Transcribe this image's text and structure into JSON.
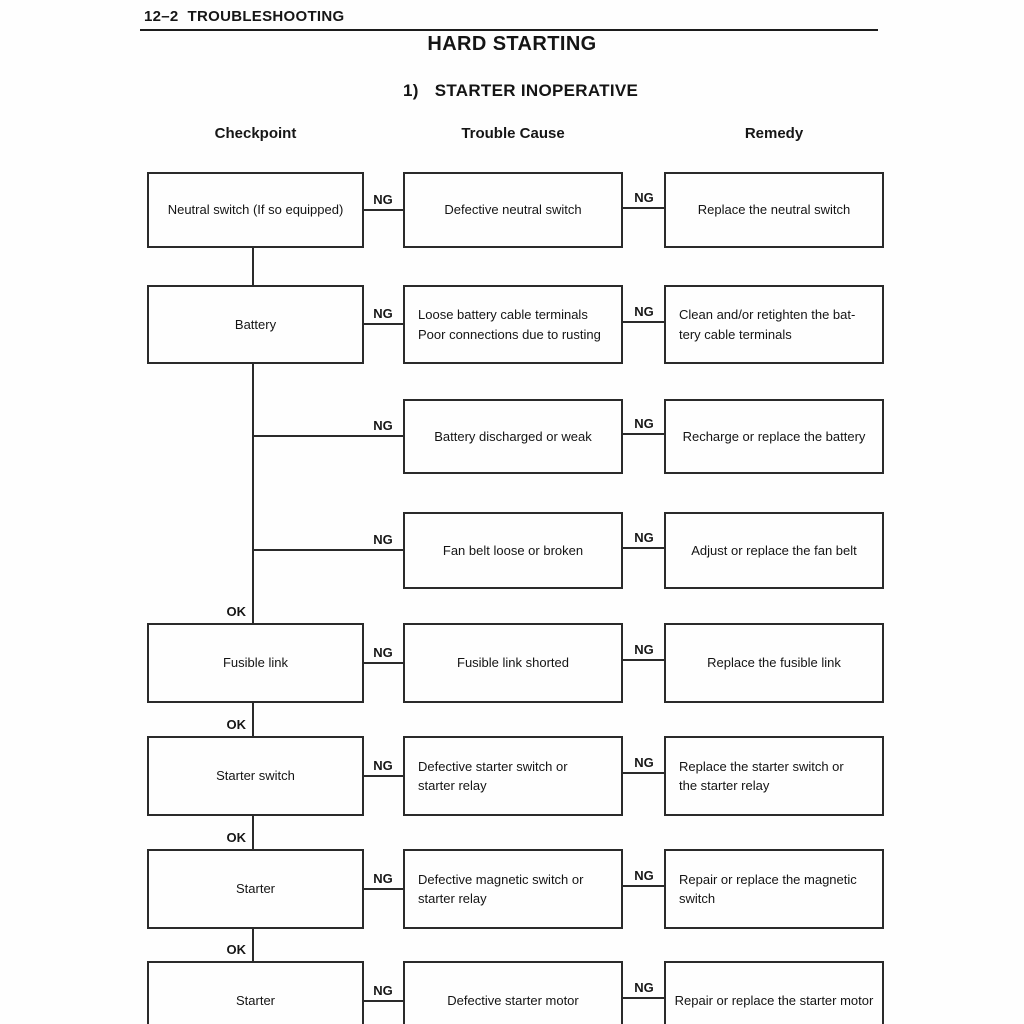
{
  "page": {
    "header": "12–2  TROUBLESHOOTING",
    "title": "HARD STARTING",
    "section_number": "1)",
    "section_title": "STARTER INOPERATIVE"
  },
  "columns": {
    "checkpoint": "Checkpoint",
    "trouble_cause": "Trouble Cause",
    "remedy": "Remedy"
  },
  "connector_labels": {
    "ng": "NG",
    "ok": "OK"
  },
  "rows": [
    {
      "checkpoint": "Neutral switch (If so equipped)",
      "trouble_cause": "Defective neutral switch",
      "remedy": "Replace the neutral switch"
    },
    {
      "checkpoint": "Battery",
      "trouble_cause": "Loose battery cable terminals\nPoor connections due to rusting",
      "remedy": "Clean and/or retighten the bat-\ntery cable terminals"
    },
    {
      "trouble_cause": "Battery discharged or weak",
      "remedy": "Recharge or replace the battery"
    },
    {
      "trouble_cause": "Fan belt loose or broken",
      "remedy": "Adjust or replace the fan belt"
    },
    {
      "ok": "OK",
      "checkpoint": "Fusible link",
      "trouble_cause": "Fusible link shorted",
      "remedy": "Replace the fusible link"
    },
    {
      "ok": "OK",
      "checkpoint": "Starter switch",
      "trouble_cause": "Defective starter switch or\nstarter relay",
      "remedy": "Replace the starter switch or\nthe starter relay"
    },
    {
      "ok": "OK",
      "checkpoint": "Starter",
      "trouble_cause": "Defective magnetic switch or\nstarter relay",
      "remedy": "Repair or replace the magnetic\nswitch"
    },
    {
      "ok": "OK",
      "checkpoint": "Starter",
      "trouble_cause": "Defective starter motor",
      "remedy": "Repair or replace the starter motor"
    }
  ]
}
